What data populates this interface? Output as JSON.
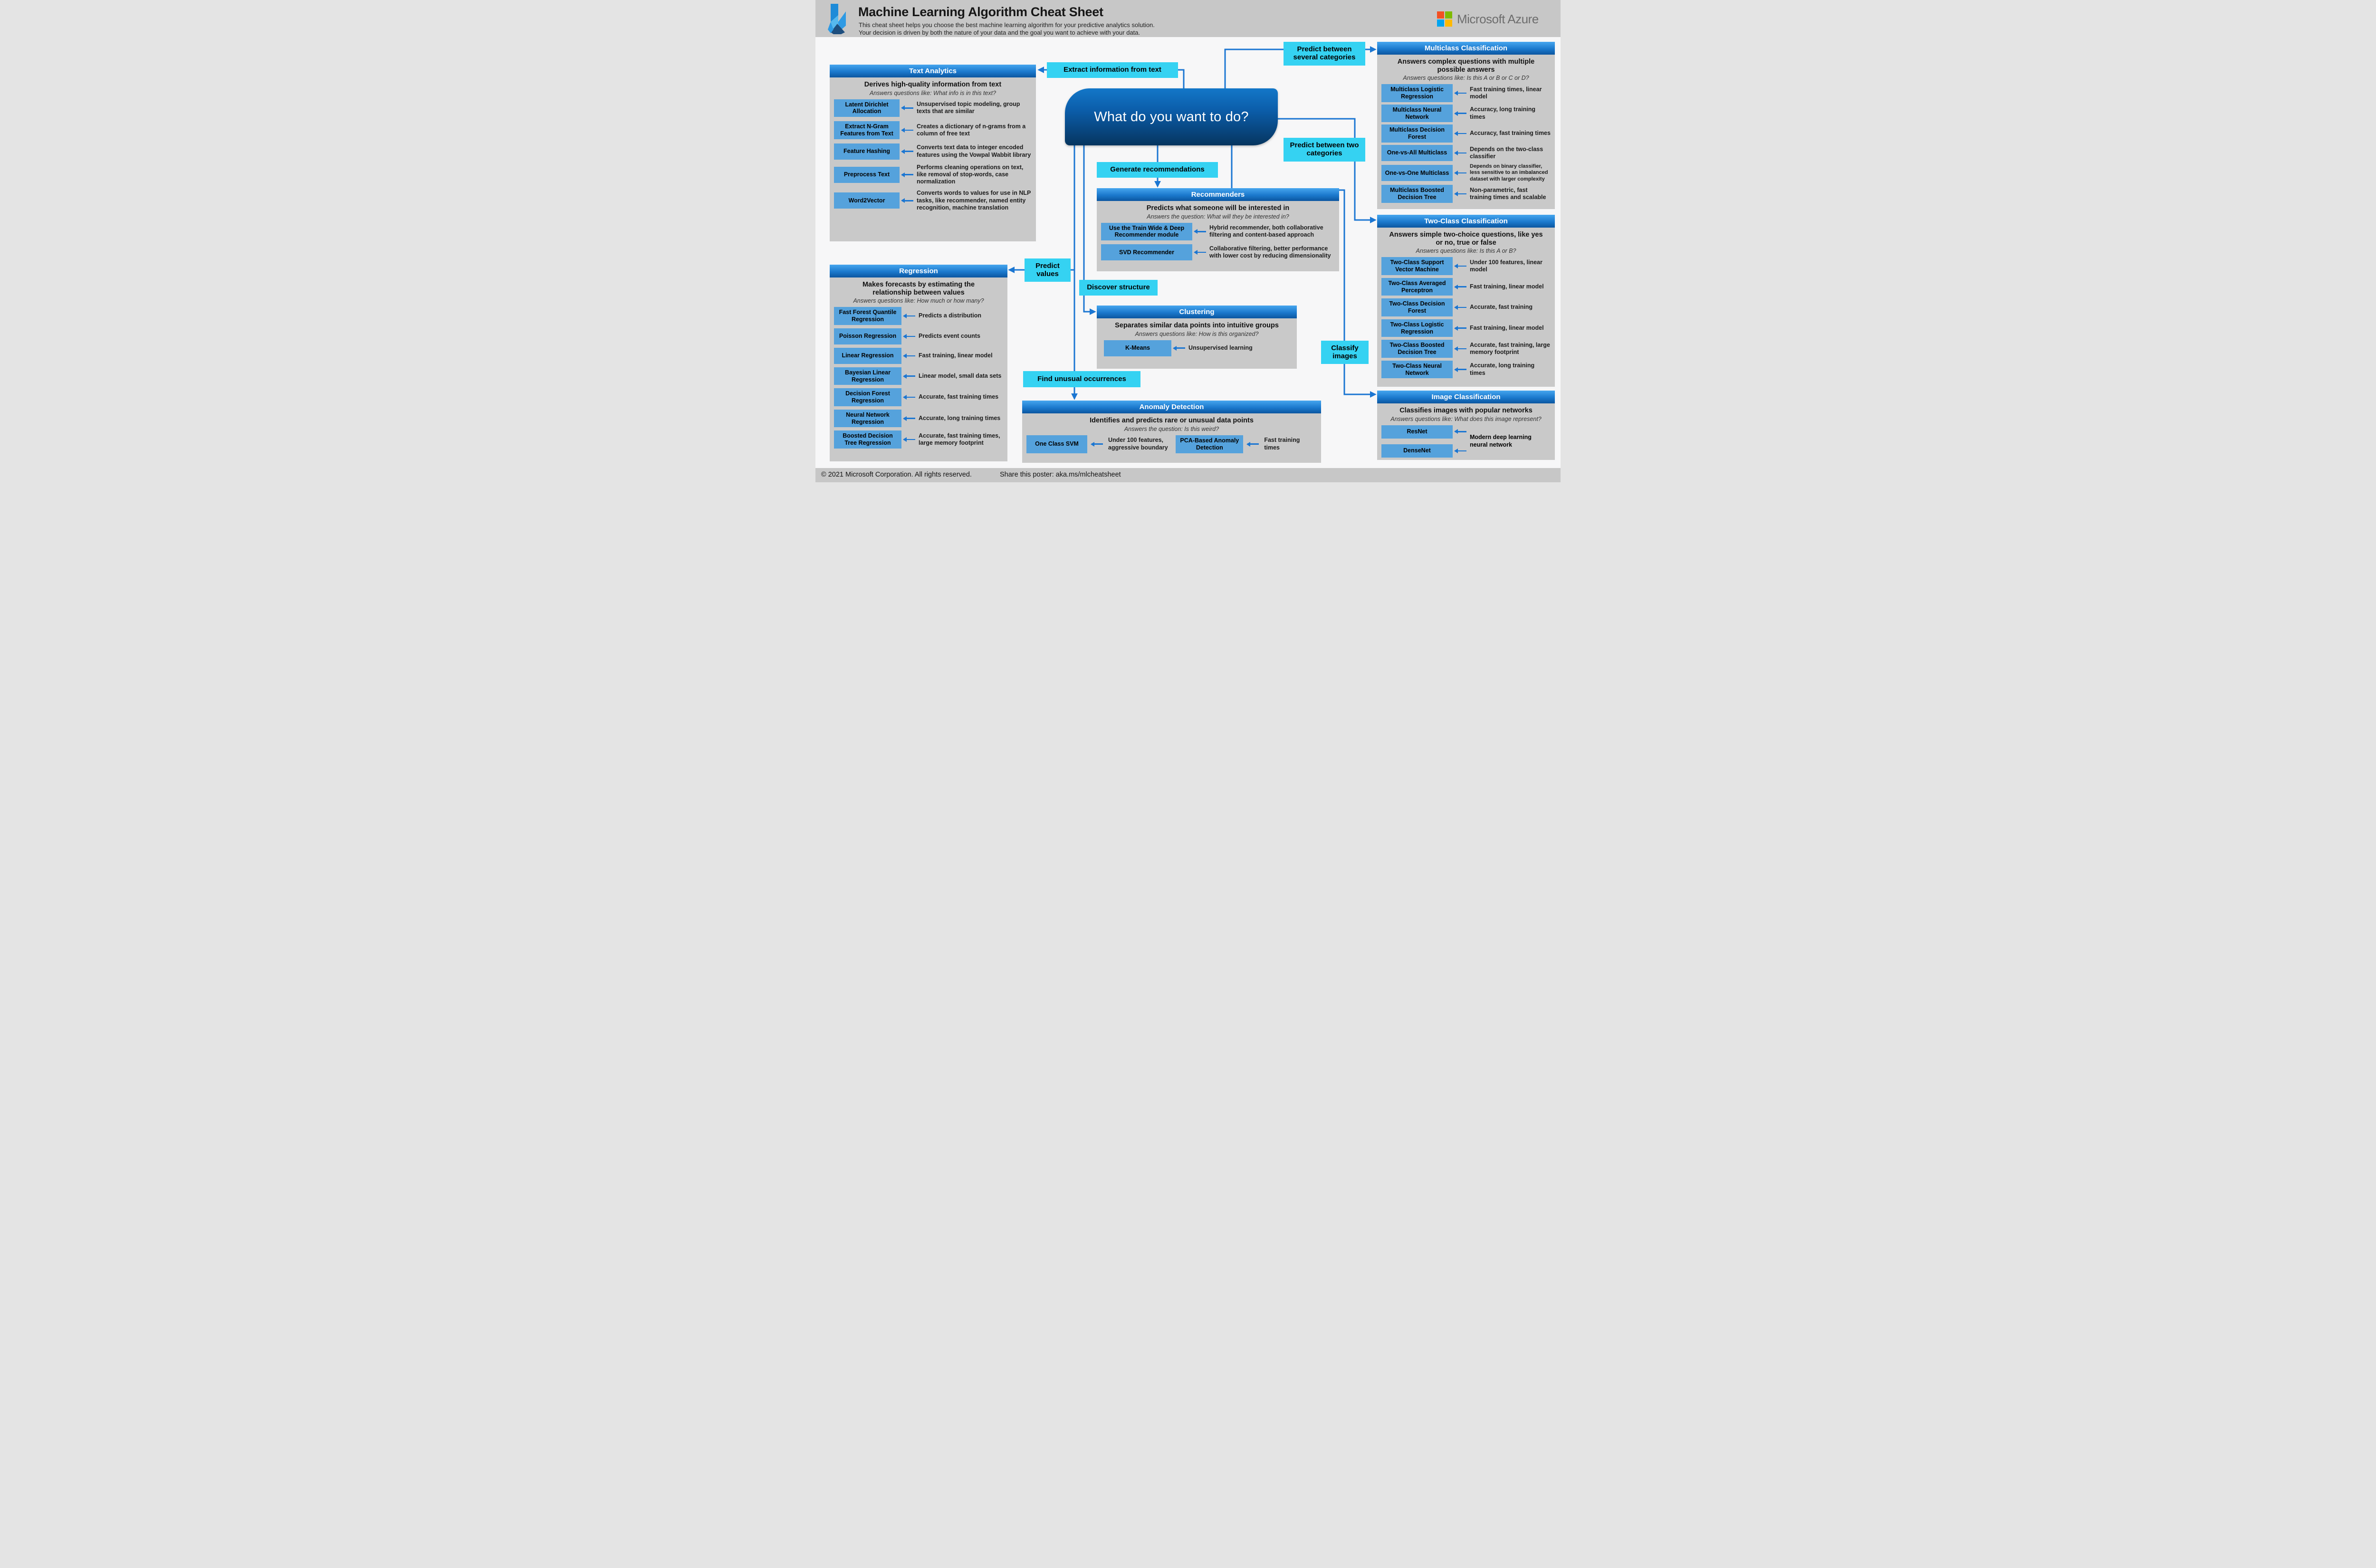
{
  "header": {
    "title": "Machine Learning Algorithm Cheat Sheet",
    "subtitle_line1": "This cheat sheet helps you choose the best machine learning algorithm for your predictive analytics solution.",
    "subtitle_line2": "Your decision is driven by both the nature of your data and the goal you want to achieve with your data.",
    "brand": "Microsoft Azure"
  },
  "footer": {
    "copyright": "© 2021 Microsoft Corporation. All rights reserved.",
    "share": "Share this poster: aka.ms/mlcheatsheet"
  },
  "center": {
    "question": "What do you want to do?"
  },
  "labels": {
    "extract": "Extract information from text",
    "several": "Predict between several categories",
    "two": "Predict between two categories",
    "recommend": "Generate recommendations",
    "values": "Predict values",
    "structure": "Discover structure",
    "unusual": "Find unusual occurrences",
    "images": "Classify images"
  },
  "panels": {
    "text_analytics": {
      "title": "Text Analytics",
      "desc": "Derives high-quality information from text",
      "question": "Answers questions like: What info is in this text?",
      "rows": [
        {
          "algorithm": "Latent Dirichlet Allocation",
          "note": "Unsupervised topic modeling, group texts that are similar"
        },
        {
          "algorithm": "Extract N-Gram Features from Text",
          "note": "Creates a dictionary of n-grams from a column of free text"
        },
        {
          "algorithm": "Feature Hashing",
          "note": "Converts text data to integer encoded features using the Vowpal Wabbit library"
        },
        {
          "algorithm": "Preprocess Text",
          "note": "Performs cleaning operations on text, like removal of stop-words, case normalization"
        },
        {
          "algorithm": "Word2Vector",
          "note": "Converts words to values for use in NLP tasks, like recommender, named entity recognition, machine translation"
        }
      ]
    },
    "regression": {
      "title": "Regression",
      "desc": "Makes forecasts by estimating the relationship between values",
      "question": "Answers questions like: How much or how many?",
      "rows": [
        {
          "algorithm": "Fast Forest Quantile Regression",
          "note": "Predicts a distribution"
        },
        {
          "algorithm": "Poisson Regression",
          "note": "Predicts event counts"
        },
        {
          "algorithm": "Linear Regression",
          "note": "Fast training, linear model"
        },
        {
          "algorithm": "Bayesian Linear Regression",
          "note": "Linear model, small data sets"
        },
        {
          "algorithm": "Decision Forest Regression",
          "note": "Accurate, fast training times"
        },
        {
          "algorithm": "Neural Network Regression",
          "note": "Accurate, long training times"
        },
        {
          "algorithm": "Boosted Decision Tree Regression",
          "note": "Accurate, fast training times, large memory footprint"
        }
      ]
    },
    "recommenders": {
      "title": "Recommenders",
      "desc": "Predicts what someone will be interested in",
      "question": "Answers the question: What will they be interested in?",
      "rows": [
        {
          "algorithm": "Use the Train Wide & Deep Recommender module",
          "note": "Hybrid recommender, both collaborative filtering and content-based approach"
        },
        {
          "algorithm": "SVD Recommender",
          "note": "Collaborative filtering, better performance with lower cost by reducing dimensionality"
        }
      ]
    },
    "clustering": {
      "title": "Clustering",
      "desc": "Separates similar data points into intuitive groups",
      "question": "Answers questions like: How is this organized?",
      "rows": [
        {
          "algorithm": "K-Means",
          "note": "Unsupervised learning"
        }
      ]
    },
    "anomaly": {
      "title": "Anomaly Detection",
      "desc": "Identifies and predicts rare or unusual data points",
      "question": "Answers the question: Is this weird?",
      "rows": [
        {
          "algorithm": "One Class SVM",
          "note": "Under 100 features, aggressive boundary"
        },
        {
          "algorithm": "PCA-Based Anomaly Detection",
          "note": "Fast training times"
        }
      ]
    },
    "multiclass": {
      "title": "Multiclass Classification",
      "desc": "Answers complex questions with multiple possible answers",
      "question": "Answers questions like: Is this A or B or C or D?",
      "rows": [
        {
          "algorithm": "Multiclass Logistic Regression",
          "note": "Fast training times, linear model"
        },
        {
          "algorithm": "Multiclass Neural Network",
          "note": "Accuracy, long training times"
        },
        {
          "algorithm": "Multiclass Decision Forest",
          "note": "Accuracy, fast training times"
        },
        {
          "algorithm": "One-vs-All Multiclass",
          "note": "Depends on the two-class classifier"
        },
        {
          "algorithm": "One-vs-One Multiclass",
          "note": "Depends on binary classifier, less sensitive to an imbalanced dataset with larger complexity"
        },
        {
          "algorithm": "Multiclass Boosted Decision Tree",
          "note": "Non-parametric, fast training times and scalable"
        }
      ]
    },
    "two_class": {
      "title": "Two-Class Classification",
      "desc": "Answers simple two-choice questions, like yes or no, true or false",
      "question": "Answers questions like: Is this A or B?",
      "rows": [
        {
          "algorithm": "Two-Class Support Vector Machine",
          "note": "Under 100 features, linear model"
        },
        {
          "algorithm": "Two-Class Averaged Perceptron",
          "note": "Fast training, linear model"
        },
        {
          "algorithm": "Two-Class Decision Forest",
          "note": "Accurate, fast training"
        },
        {
          "algorithm": "Two-Class Logistic Regression",
          "note": "Fast training, linear model"
        },
        {
          "algorithm": "Two-Class Boosted Decision Tree",
          "note": "Accurate, fast training, large memory footprint"
        },
        {
          "algorithm": "Two-Class Neural Network",
          "note": "Accurate, long training times"
        }
      ]
    },
    "image_class": {
      "title": "Image Classification",
      "desc": "Classifies images with popular networks",
      "question": "Answers questions like: What does this image represent?",
      "rows": [
        {
          "algorithm": "ResNet",
          "note": "Modern deep learning neural network"
        },
        {
          "algorithm": "DenseNet",
          "note": "Modern deep learning neural network"
        }
      ],
      "shared_note": "Modern deep learning neural network"
    }
  },
  "colors": {
    "connector_blue": "#1b76d2",
    "panel_header_top": "#46a5ee",
    "panel_header_bottom": "#0b56a0",
    "algorithm_chip_blue": "#55a2dc",
    "decision_label_cyan": "#35d2f2",
    "center_node_top": "#1377c8",
    "center_node_bottom": "#06355f",
    "band_gray": "#c7c7c7",
    "panel_gray": "#c9c9c9",
    "microsoft_squares": [
      "#f25022",
      "#7fba00",
      "#00a4ef",
      "#ffb900"
    ]
  }
}
